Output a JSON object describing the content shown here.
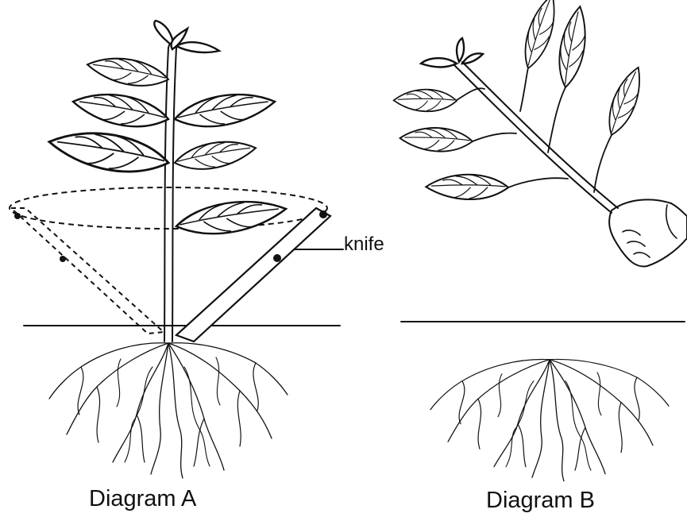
{
  "labels": {
    "knife": "knife",
    "diagram_a": "Diagram A",
    "diagram_b": "Diagram B"
  }
}
